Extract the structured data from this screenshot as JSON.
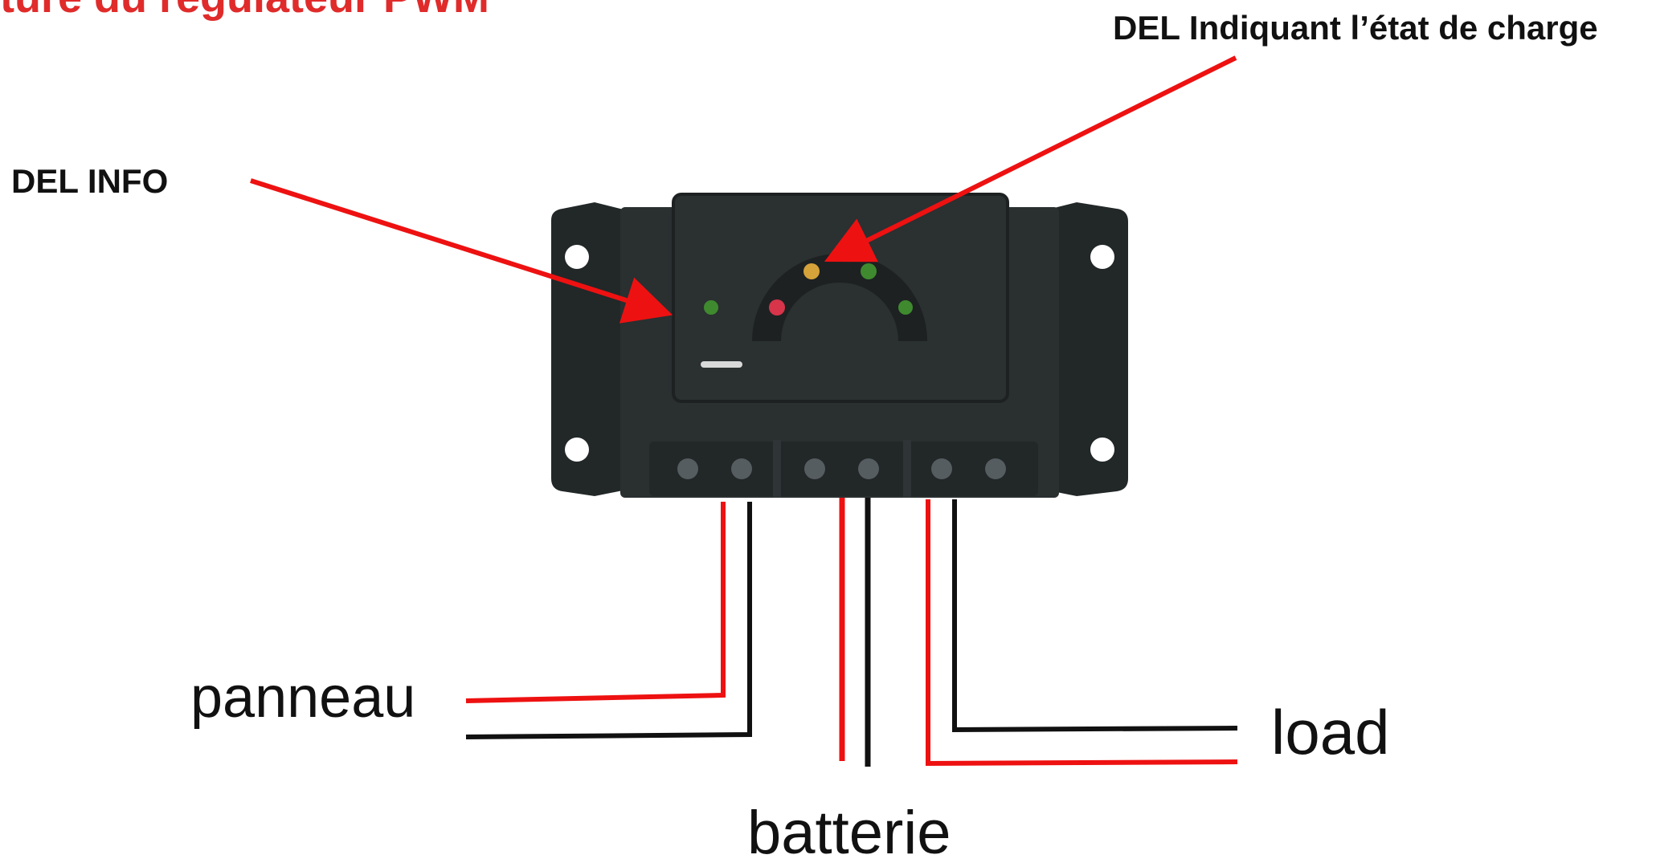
{
  "title": "ture du régulateur PWM",
  "callouts": {
    "charge_led": "DEL Indiquant l’état de charge",
    "info_led": "DEL INFO"
  },
  "wires": {
    "panel": "panneau",
    "battery": "batterie",
    "load": "load"
  },
  "colors": {
    "title": "#e02b2b",
    "arrow": "#ee1111",
    "wire_positive": "#ee1111",
    "wire_negative": "#111111",
    "device_body": "#2a2f30",
    "device_panel": "#262b2c",
    "led_green": "#3f8a2f",
    "led_red": "#d8344a",
    "led_amber": "#d6a23a"
  },
  "leds": {
    "info": "green",
    "charge_gauge": [
      "red",
      "amber",
      "green",
      "green"
    ]
  },
  "terminals": {
    "groups": 3,
    "screws_per_group": 2
  }
}
